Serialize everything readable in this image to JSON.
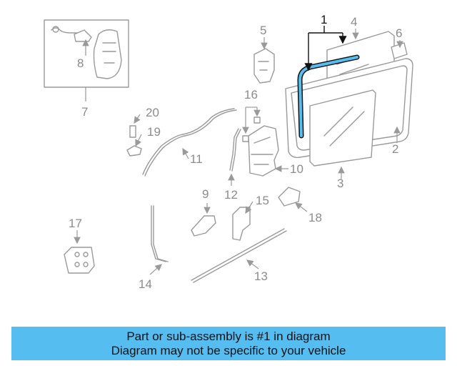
{
  "diagram": {
    "highlighted_part": "1",
    "callouts": [
      "1",
      "2",
      "3",
      "4",
      "5",
      "6",
      "7",
      "8",
      "9",
      "10",
      "11",
      "12",
      "13",
      "14",
      "15",
      "16",
      "17",
      "18",
      "19",
      "20"
    ]
  },
  "banner": {
    "line1": "Part or sub-assembly is #1 in diagram",
    "line2": "Diagram may not be specific to your vehicle",
    "background": "#56bdf1"
  },
  "colors": {
    "highlight": "#56bdf1",
    "part_stroke": "#9a9a9a",
    "callout_text": "#8c8c8c"
  }
}
